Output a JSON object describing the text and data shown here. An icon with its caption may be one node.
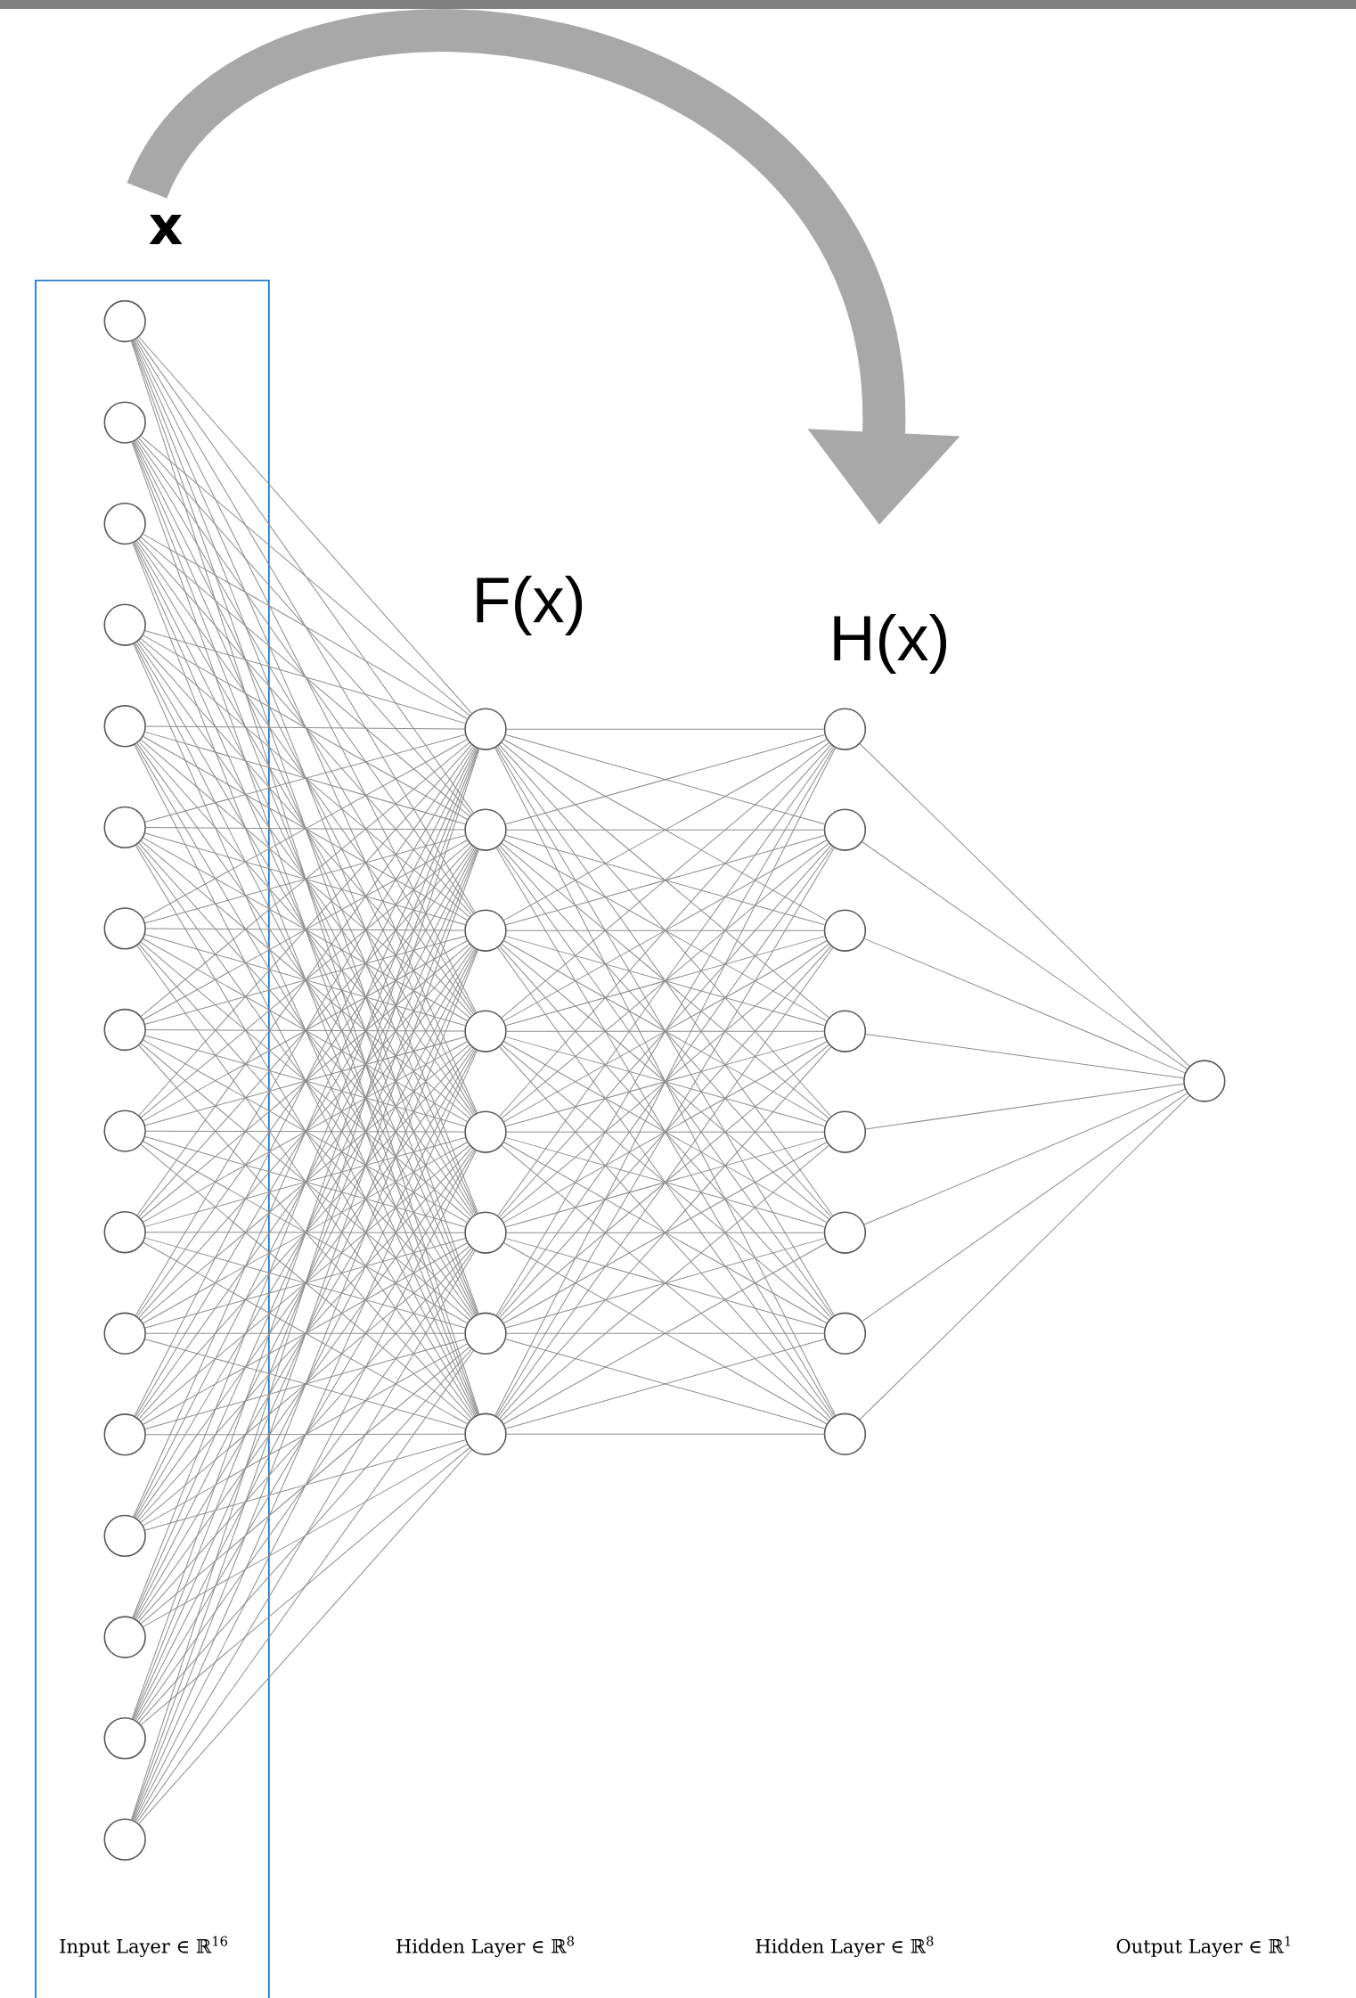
{
  "diagram": {
    "nodes": [
      {
        "text": [
          "x",
          "Input Layer ∈ ℝ$^{16}$"
        ]
      },
      {
        "text": [],
        "shape": "circle",
        "in": 0
      },
      {
        "text": [],
        "shape": "circle",
        "in": 0
      },
      {
        "text": [],
        "shape": "circle",
        "in": 0
      },
      {
        "text": [],
        "shape": "circle",
        "in": 0
      },
      {
        "text": [],
        "shape": "circle",
        "in": 0
      },
      {
        "text": [],
        "shape": "circle",
        "in": 0
      },
      {
        "text": [],
        "shape": "circle",
        "in": 0
      },
      {
        "text": [],
        "shape": "circle",
        "in": 0
      },
      {
        "text": [],
        "shape": "circle",
        "in": 0
      },
      {
        "text": [],
        "shape": "circle",
        "in": 0
      },
      {
        "text": [],
        "shape": "circle",
        "in": 0
      },
      {
        "text": [],
        "shape": "circle",
        "in": 0
      },
      {
        "text": [],
        "shape": "circle",
        "in": 0
      },
      {
        "text": [],
        "shape": "circle",
        "in": 0
      },
      {
        "text": [],
        "shape": "circle",
        "in": 0
      },
      {
        "text": [],
        "shape": "circle",
        "in": 0
      },
      {
        "text": [],
        "shape": "circle"
      },
      {
        "text": [],
        "shape": "circle"
      },
      {
        "text": [],
        "shape": "circle"
      },
      {
        "text": [],
        "shape": "circle"
      },
      {
        "text": [],
        "shape": "circle"
      },
      {
        "text": [],
        "shape": "circle"
      },
      {
        "text": [],
        "shape": "circle"
      },
      {
        "text": [],
        "shape": "circle"
      },
      {
        "text": [],
        "shape": "circle"
      },
      {
        "text": [],
        "shape": "circle"
      },
      {
        "text": [],
        "shape": "circle"
      },
      {
        "text": [],
        "shape": "circle"
      },
      {
        "text": [],
        "shape": "circle"
      },
      {
        "text": [],
        "shape": "circle"
      },
      {
        "text": [],
        "shape": "circle"
      },
      {
        "text": [],
        "shape": "circle"
      },
      {
        "text": [],
        "shape": "circle"
      }
    ],
    "edges": [
      {
        "from": 1,
        "to": 17,
        "arrow": "none"
      },
      {
        "from": 1,
        "to": 18,
        "arrow": "none"
      },
      {
        "from": 1,
        "to": 19,
        "arrow": "none"
      },
      {
        "from": 1,
        "to": 20,
        "arrow": "none"
      },
      {
        "from": 1,
        "to": 21,
        "arrow": "none"
      },
      {
        "from": 1,
        "to": 22,
        "arrow": "none"
      },
      {
        "from": 1,
        "to": 23,
        "arrow": "none"
      },
      {
        "from": 1,
        "to": 24,
        "arrow": "none"
      },
      {
        "from": 2,
        "to": 17,
        "arrow": "none"
      },
      {
        "from": 2,
        "to": 18,
        "arrow": "none"
      },
      {
        "from": 2,
        "to": 19,
        "arrow": "none"
      },
      {
        "from": 2,
        "to": 20,
        "arrow": "none"
      },
      {
        "from": 2,
        "to": 21,
        "arrow": "none"
      },
      {
        "from": 2,
        "to": 22,
        "arrow": "none"
      },
      {
        "from": 2,
        "to": 23,
        "arrow": "none"
      },
      {
        "from": 2,
        "to": 24,
        "arrow": "none"
      },
      {
        "from": 3,
        "to": 17,
        "arrow": "none"
      },
      {
        "from": 3,
        "to": 18,
        "arrow": "none"
      },
      {
        "from": 3,
        "to": 19,
        "arrow": "none"
      },
      {
        "from": 3,
        "to": 20,
        "arrow": "none"
      },
      {
        "from": 3,
        "to": 21,
        "arrow": "none"
      },
      {
        "from": 3,
        "to": 22,
        "arrow": "none"
      },
      {
        "from": 3,
        "to": 23,
        "arrow": "none"
      },
      {
        "from": 3,
        "to": 24,
        "arrow": "none"
      },
      {
        "from": 4,
        "to": 17,
        "arrow": "none"
      },
      {
        "from": 4,
        "to": 18,
        "arrow": "none"
      },
      {
        "from": 4,
        "to": 19,
        "arrow": "none"
      },
      {
        "from": 4,
        "to": 20,
        "arrow": "none"
      },
      {
        "from": 4,
        "to": 21,
        "arrow": "none"
      },
      {
        "from": 4,
        "to": 22,
        "arrow": "none"
      },
      {
        "from": 4,
        "to": 23,
        "arrow": "none"
      },
      {
        "from": 4,
        "to": 24,
        "arrow": "none"
      },
      {
        "from": 5,
        "to": 17,
        "arrow": "none"
      },
      {
        "from": 5,
        "to": 18,
        "arrow": "none"
      },
      {
        "from": 5,
        "to": 19,
        "arrow": "none"
      },
      {
        "from": 5,
        "to": 20,
        "arrow": "none"
      },
      {
        "from": 5,
        "to": 21,
        "arrow": "none"
      },
      {
        "from": 5,
        "to": 22,
        "arrow": "none"
      },
      {
        "from": 5,
        "to": 23,
        "arrow": "none"
      },
      {
        "from": 5,
        "to": 24,
        "arrow": "none"
      },
      {
        "from": 6,
        "to": 17,
        "arrow": "none"
      },
      {
        "from": 6,
        "to": 18,
        "arrow": "none"
      },
      {
        "from": 6,
        "to": 19,
        "arrow": "none"
      },
      {
        "from": 6,
        "to": 20,
        "arrow": "none"
      },
      {
        "from": 6,
        "to": 21,
        "arrow": "none"
      },
      {
        "from": 6,
        "to": 22,
        "arrow": "none"
      },
      {
        "from": 6,
        "to": 23,
        "arrow": "none"
      },
      {
        "from": 6,
        "to": 24,
        "arrow": "none"
      },
      {
        "from": 7,
        "to": 17,
        "arrow": "none"
      },
      {
        "from": 7,
        "to": 18,
        "arrow": "none"
      },
      {
        "from": 7,
        "to": 19,
        "arrow": "none"
      },
      {
        "from": 7,
        "to": 20,
        "arrow": "none"
      },
      {
        "from": 7,
        "to": 21,
        "arrow": "none"
      },
      {
        "from": 7,
        "to": 22,
        "arrow": "none"
      },
      {
        "from": 7,
        "to": 23,
        "arrow": "none"
      },
      {
        "from": 7,
        "to": 24,
        "arrow": "none"
      },
      {
        "from": 8,
        "to": 17,
        "arrow": "none"
      },
      {
        "from": 8,
        "to": 18,
        "arrow": "none"
      },
      {
        "from": 8,
        "to": 19,
        "arrow": "none"
      },
      {
        "from": 8,
        "to": 20,
        "arrow": "none"
      },
      {
        "from": 8,
        "to": 21,
        "arrow": "none"
      },
      {
        "from": 8,
        "to": 22,
        "arrow": "none"
      },
      {
        "from": 8,
        "to": 23,
        "arrow": "none"
      },
      {
        "from": 8,
        "to": 24,
        "arrow": "none"
      },
      {
        "from": 9,
        "to": 17,
        "arrow": "none"
      },
      {
        "from": 9,
        "to": 18,
        "arrow": "none"
      },
      {
        "from": 9,
        "to": 19,
        "arrow": "none"
      },
      {
        "from": 9,
        "to": 20,
        "arrow": "none"
      },
      {
        "from": 9,
        "to": 21,
        "arrow": "none"
      },
      {
        "from": 9,
        "to": 22,
        "arrow": "none"
      },
      {
        "from": 9,
        "to": 23,
        "arrow": "none"
      },
      {
        "from": 9,
        "to": 24,
        "arrow": "none"
      },
      {
        "from": 10,
        "to": 17,
        "arrow": "none"
      },
      {
        "from": 10,
        "to": 18,
        "arrow": "none"
      },
      {
        "from": 10,
        "to": 19,
        "arrow": "none"
      },
      {
        "from": 10,
        "to": 20,
        "arrow": "none"
      },
      {
        "from": 10,
        "to": 21,
        "arrow": "none"
      },
      {
        "from": 10,
        "to": 22,
        "arrow": "none"
      },
      {
        "from": 10,
        "to": 23,
        "arrow": "none"
      },
      {
        "from": 10,
        "to": 24,
        "arrow": "none"
      },
      {
        "from": 11,
        "to": 17,
        "arrow": "none"
      },
      {
        "from": 11,
        "to": 18,
        "arrow": "none"
      },
      {
        "from": 11,
        "to": 19,
        "arrow": "none"
      },
      {
        "from": 11,
        "to": 20,
        "arrow": "none"
      },
      {
        "from": 11,
        "to": 21,
        "arrow": "none"
      },
      {
        "from": 11,
        "to": 22,
        "arrow": "none"
      },
      {
        "from": 11,
        "to": 23,
        "arrow": "none"
      },
      {
        "from": 11,
        "to": 24,
        "arrow": "none"
      },
      {
        "from": 12,
        "to": 17,
        "arrow": "none"
      },
      {
        "from": 12,
        "to": 18,
        "arrow": "none"
      },
      {
        "from": 12,
        "to": 19,
        "arrow": "none"
      },
      {
        "from": 12,
        "to": 20,
        "arrow": "none"
      },
      {
        "from": 12,
        "to": 21,
        "arrow": "none"
      },
      {
        "from": 12,
        "to": 22,
        "arrow": "none"
      },
      {
        "from": 12,
        "to": 23,
        "arrow": "none"
      },
      {
        "from": 12,
        "to": 24,
        "arrow": "none"
      },
      {
        "from": 13,
        "to": 17,
        "arrow": "none"
      },
      {
        "from": 13,
        "to": 18,
        "arrow": "none"
      },
      {
        "from": 13,
        "to": 19,
        "arrow": "none"
      },
      {
        "from": 13,
        "to": 20,
        "arrow": "none"
      },
      {
        "from": 13,
        "to": 21,
        "arrow": "none"
      },
      {
        "from": 13,
        "to": 22,
        "arrow": "none"
      },
      {
        "from": 13,
        "to": 23,
        "arrow": "none"
      },
      {
        "from": 13,
        "to": 24,
        "arrow": "none"
      },
      {
        "from": 14,
        "to": 17,
        "arrow": "none"
      },
      {
        "from": 14,
        "to": 18,
        "arrow": "none"
      },
      {
        "from": 14,
        "to": 19,
        "arrow": "none"
      },
      {
        "from": 14,
        "to": 20,
        "arrow": "none"
      },
      {
        "from": 14,
        "to": 21,
        "arrow": "none"
      },
      {
        "from": 14,
        "to": 22,
        "arrow": "none"
      },
      {
        "from": 14,
        "to": 23,
        "arrow": "none"
      },
      {
        "from": 14,
        "to": 24,
        "arrow": "none"
      },
      {
        "from": 15,
        "to": 17,
        "arrow": "none"
      },
      {
        "from": 15,
        "to": 18,
        "arrow": "none"
      },
      {
        "from": 15,
        "to": 19,
        "arrow": "none"
      },
      {
        "from": 15,
        "to": 20,
        "arrow": "none"
      },
      {
        "from": 15,
        "to": 21,
        "arrow": "none"
      },
      {
        "from": 15,
        "to": 22,
        "arrow": "none"
      },
      {
        "from": 15,
        "to": 23,
        "arrow": "none"
      },
      {
        "from": 15,
        "to": 24,
        "arrow": "none"
      },
      {
        "from": 16,
        "to": 17,
        "arrow": "none"
      },
      {
        "from": 16,
        "to": 18,
        "arrow": "none"
      },
      {
        "from": 16,
        "to": 19,
        "arrow": "none"
      },
      {
        "from": 16,
        "to": 20,
        "arrow": "none"
      },
      {
        "from": 16,
        "to": 21,
        "arrow": "none"
      },
      {
        "from": 16,
        "to": 22,
        "arrow": "none"
      },
      {
        "from": 16,
        "to": 23,
        "arrow": "none"
      },
      {
        "from": 16,
        "to": 24,
        "arrow": "none"
      },
      {
        "from": 17,
        "to": 25,
        "arrow": "none"
      },
      {
        "from": 17,
        "to": 26,
        "arrow": "none"
      },
      {
        "from": 17,
        "to": 27,
        "arrow": "none"
      },
      {
        "from": 17,
        "to": 28,
        "arrow": "none"
      },
      {
        "from": 17,
        "to": 29,
        "arrow": "none"
      },
      {
        "from": 17,
        "to": 30,
        "arrow": "none"
      },
      {
        "from": 17,
        "to": 31,
        "arrow": "none"
      },
      {
        "from": 17,
        "to": 32,
        "arrow": "none"
      },
      {
        "from": 18,
        "to": 25,
        "arrow": "none"
      },
      {
        "from": 18,
        "to": 26,
        "arrow": "none"
      },
      {
        "from": 18,
        "to": 27,
        "arrow": "none"
      },
      {
        "from": 18,
        "to": 28,
        "arrow": "none"
      },
      {
        "from": 18,
        "to": 29,
        "arrow": "none"
      },
      {
        "from": 18,
        "to": 30,
        "arrow": "none"
      },
      {
        "from": 18,
        "to": 31,
        "arrow": "none"
      },
      {
        "from": 18,
        "to": 32,
        "arrow": "none"
      },
      {
        "from": 19,
        "to": 25,
        "arrow": "none"
      },
      {
        "from": 19,
        "to": 26,
        "arrow": "none"
      },
      {
        "from": 19,
        "to": 27,
        "arrow": "none"
      },
      {
        "from": 19,
        "to": 28,
        "arrow": "none"
      },
      {
        "from": 19,
        "to": 29,
        "arrow": "none"
      },
      {
        "from": 19,
        "to": 30,
        "arrow": "none"
      },
      {
        "from": 19,
        "to": 31,
        "arrow": "none"
      },
      {
        "from": 19,
        "to": 32,
        "arrow": "none"
      },
      {
        "from": 20,
        "to": 25,
        "arrow": "none"
      },
      {
        "from": 20,
        "to": 26,
        "arrow": "none"
      },
      {
        "from": 20,
        "to": 27,
        "arrow": "none"
      },
      {
        "from": 20,
        "to": 28,
        "arrow": "none"
      },
      {
        "from": 20,
        "to": 29,
        "arrow": "none"
      },
      {
        "from": 20,
        "to": 30,
        "arrow": "none"
      },
      {
        "from": 20,
        "to": 31,
        "arrow": "none"
      },
      {
        "from": 20,
        "to": 32,
        "arrow": "none"
      },
      {
        "from": 21,
        "to": 25,
        "arrow": "none"
      },
      {
        "from": 21,
        "to": 26,
        "arrow": "none"
      },
      {
        "from": 21,
        "to": 27,
        "arrow": "none"
      },
      {
        "from": 21,
        "to": 28,
        "arrow": "none"
      },
      {
        "from": 21,
        "to": 29,
        "arrow": "none"
      },
      {
        "from": 21,
        "to": 30,
        "arrow": "none"
      },
      {
        "from": 21,
        "to": 31,
        "arrow": "none"
      },
      {
        "from": 21,
        "to": 32,
        "arrow": "none"
      },
      {
        "from": 22,
        "to": 25,
        "arrow": "none"
      },
      {
        "from": 22,
        "to": 26,
        "arrow": "none"
      },
      {
        "from": 22,
        "to": 27,
        "arrow": "none"
      },
      {
        "from": 22,
        "to": 28,
        "arrow": "none"
      },
      {
        "from": 22,
        "to": 29,
        "arrow": "none"
      },
      {
        "from": 22,
        "to": 30,
        "arrow": "none"
      },
      {
        "from": 22,
        "to": 31,
        "arrow": "none"
      },
      {
        "from": 22,
        "to": 32,
        "arrow": "none"
      },
      {
        "from": 23,
        "to": 25,
        "arrow": "none"
      },
      {
        "from": 23,
        "to": 26,
        "arrow": "none"
      },
      {
        "from": 23,
        "to": 27,
        "arrow": "none"
      },
      {
        "from": 23,
        "to": 28,
        "arrow": "none"
      },
      {
        "from": 23,
        "to": 29,
        "arrow": "none"
      },
      {
        "from": 23,
        "to": 30,
        "arrow": "none"
      },
      {
        "from": 23,
        "to": 31,
        "arrow": "none"
      },
      {
        "from": 23,
        "to": 32,
        "arrow": "none"
      },
      {
        "from": 24,
        "to": 25,
        "arrow": "none"
      },
      {
        "from": 24,
        "to": 26,
        "arrow": "none"
      },
      {
        "from": 24,
        "to": 27,
        "arrow": "none"
      },
      {
        "from": 24,
        "to": 28,
        "arrow": "none"
      },
      {
        "from": 24,
        "to": 29,
        "arrow": "none"
      },
      {
        "from": 24,
        "to": 30,
        "arrow": "none"
      },
      {
        "from": 24,
        "to": 31,
        "arrow": "none"
      },
      {
        "from": 24,
        "to": 32,
        "arrow": "none"
      },
      {
        "from": 25,
        "to": 33,
        "arrow": "none"
      },
      {
        "from": 26,
        "to": 33,
        "arrow": "none"
      },
      {
        "from": 27,
        "to": 33,
        "arrow": "none"
      },
      {
        "from": 28,
        "to": 33,
        "arrow": "none"
      },
      {
        "from": 29,
        "to": 33,
        "arrow": "none"
      },
      {
        "from": 30,
        "to": 33,
        "arrow": "none"
      },
      {
        "from": 31,
        "to": 33,
        "arrow": "none"
      },
      {
        "from": 32,
        "to": 33,
        "arrow": "none"
      },
      {
        "from": 0,
        "to": null,
        "arrow": "to",
        "style": "thick",
        "color": "#a8a8a8"
      }
    ],
    "labels": [
      "F(x)",
      "H(x)",
      "Hidden Layer ∈ ℝ$^{8}$",
      "Hidden Layer ∈ ℝ$^{8}$",
      "Output Layer ∈ ℝ$^{1}$"
    ]
  }
}
